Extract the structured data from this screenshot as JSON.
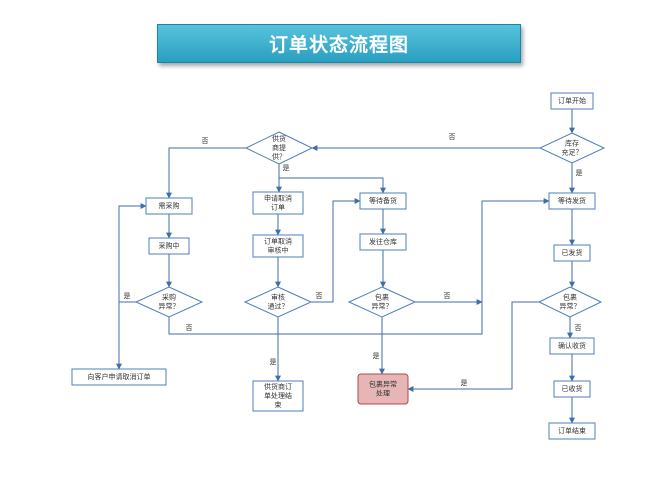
{
  "title": "订单状态流程图",
  "nodes": {
    "order_start": "订单开始",
    "stock_check": "库存\n充足？",
    "pending_ship": "等待发货",
    "shipped": "已发货",
    "package_abnormal_right": "包裹\n异常？",
    "confirm_receipt": "确认收货",
    "received": "已收货",
    "order_end": "订单结束",
    "supplier_provide": "供货\n商提\n供？",
    "need_purchase": "需采购",
    "purchasing": "采购中",
    "purchase_abnormal": "采购\n异常？",
    "customer_cancel": "向客户申请取消订单",
    "apply_cancel": "申请取消\n订单",
    "cancel_reviewing": "订单取消\n审核中",
    "review_passed": "审核\n通过？",
    "supplier_order_end": "供货商订\n单处理结\n束",
    "waiting_stock": "等待备货",
    "send_to_warehouse": "发往仓库",
    "package_abnormal_mid": "包裹\n异常？",
    "package_exception_handling": "包裹异常\n处理"
  },
  "edge_labels": {
    "stock_no": "否",
    "stock_yes": "是",
    "supplier_no": "否",
    "supplier_yes": "是",
    "purchase_yes": "是",
    "purchase_no": "否",
    "review_no": "否",
    "review_yes": "是",
    "pkg_mid_no": "否",
    "pkg_mid_yes": "是",
    "pkg_right_no": "否",
    "pkg_right_yes": "是"
  },
  "colors": {
    "line": "#3f6fa8",
    "box_border": "#4f7db8",
    "box_fill": "#ffffff",
    "exception_fill": "#e6b5b5",
    "exception_border": "#b04848",
    "text": "#333333"
  }
}
